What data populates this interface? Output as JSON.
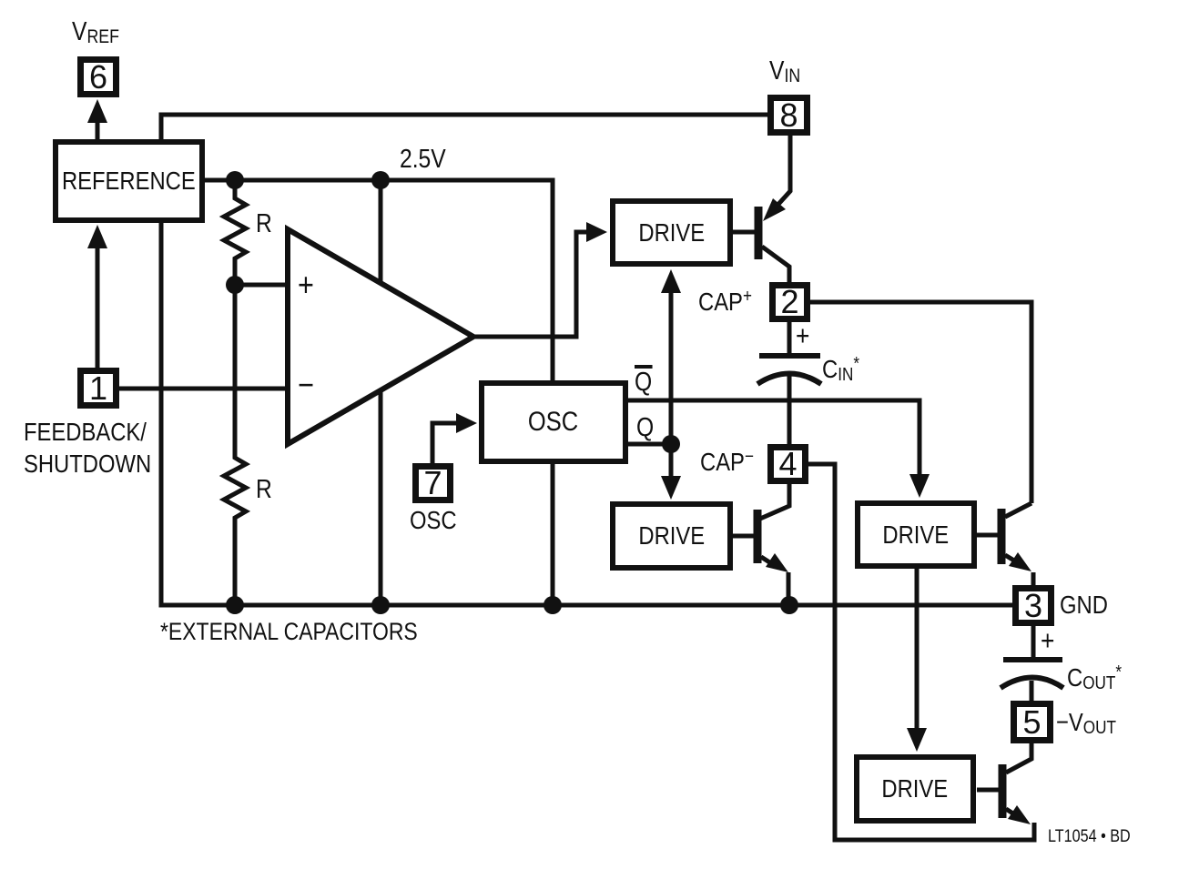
{
  "colors": {
    "ink": "#111111",
    "paper": "#ffffff"
  },
  "blocks": {
    "reference": "REFERENCE",
    "osc": "OSC",
    "drive1": "DRIVE",
    "drive2": "DRIVE",
    "drive3": "DRIVE",
    "drive4": "DRIVE"
  },
  "pins": {
    "p1": "1",
    "p2": "2",
    "p3": "3",
    "p4": "4",
    "p5": "5",
    "p6": "6",
    "p7": "7",
    "p8": "8"
  },
  "labels": {
    "vref": {
      "base": "V",
      "sub": "REF"
    },
    "vin": {
      "base": "V",
      "sub": "IN"
    },
    "v25": "2.5V",
    "feedback": {
      "line1": "FEEDBACK/",
      "line2": "SHUTDOWN"
    },
    "r_top": "R",
    "r_bottom": "R",
    "opamp_plus": "+",
    "opamp_minus": "−",
    "osc_pin": "OSC",
    "q": "Q",
    "qbar": "Q",
    "cap_plus": {
      "base": "CAP",
      "sup": "+"
    },
    "cap_minus": {
      "base": "CAP",
      "sup": "−"
    },
    "cin": {
      "base": "C",
      "sub": "IN",
      "sup": "*"
    },
    "cout": {
      "base": "C",
      "sub": "OUT",
      "sup": "*"
    },
    "cin_polarity": "+",
    "cout_polarity": "+",
    "gnd": "GND",
    "neg_vout": {
      "base": "−V",
      "sub": "OUT"
    },
    "note": "*EXTERNAL CAPACITORS",
    "watermark": "LT1054 • BD"
  }
}
